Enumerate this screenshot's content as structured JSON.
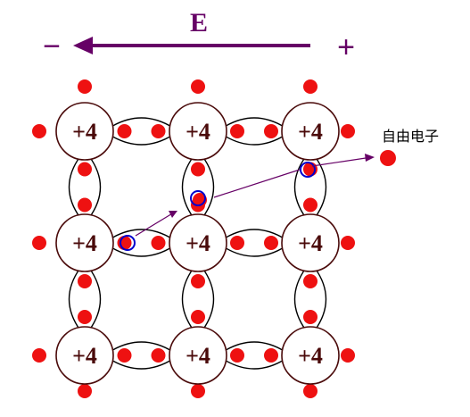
{
  "field": {
    "label": "E",
    "negative_sign": "−",
    "positive_sign": "+",
    "arrow_color": "#660066"
  },
  "atoms": {
    "charge_label": "+4",
    "label_color": "#4a0a0a",
    "outline_color": "#4a0a0a",
    "items": [
      {
        "label": "+4"
      },
      {
        "label": "+4"
      },
      {
        "label": "+4"
      },
      {
        "label": "+4"
      },
      {
        "label": "+4"
      },
      {
        "label": "+4"
      },
      {
        "label": "+4"
      },
      {
        "label": "+4"
      },
      {
        "label": "+4"
      }
    ]
  },
  "electrons": {
    "color": "#ee1111"
  },
  "holes": {
    "color": "#0000cc"
  },
  "free_electron": {
    "label": "自由电子"
  },
  "migration": {
    "color": "#660066"
  }
}
